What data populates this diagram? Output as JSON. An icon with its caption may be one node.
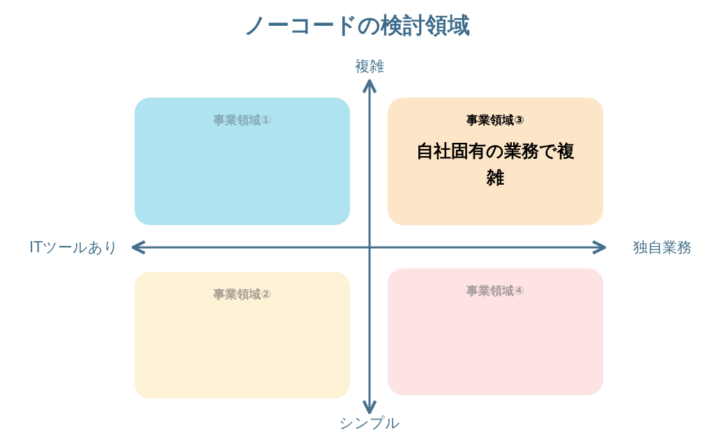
{
  "diagram": {
    "title": "ノーコードの検討領域",
    "nodes": [
      {
        "text": [
          "事業領域①"
        ]
      },
      {
        "text": [
          "事業領域③",
          "自社固有の業務で複雑"
        ]
      },
      {
        "text": [
          "事業領域②"
        ]
      },
      {
        "text": [
          "事業領域④"
        ]
      }
    ],
    "labels": [
      "複雑",
      "ITツールあり",
      "独自業務",
      "シンプル"
    ]
  }
}
